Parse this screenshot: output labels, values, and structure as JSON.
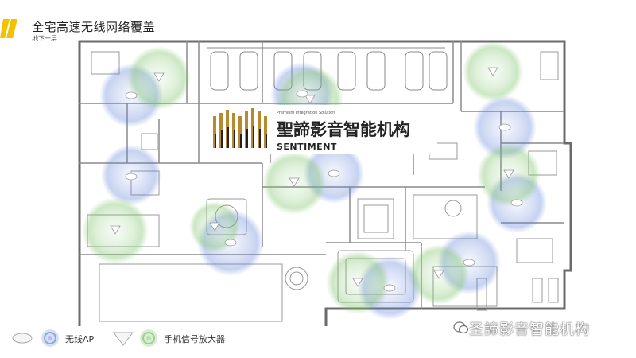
{
  "header": {
    "title": "全宅高速无线网络覆盖",
    "subtitle": "地下一层",
    "accent_color": "#f2c200"
  },
  "brand": {
    "tagline": "Premium Integration Solution",
    "name_cn": "聖諦影音智能机构",
    "name_en": "SENTIMENT",
    "color": "#b78a2f"
  },
  "legend": {
    "ap_label": "无线AP",
    "amp_label": "手机信号放大器",
    "ap_color": "#5b7fd6",
    "amp_color": "#7ec46a"
  },
  "watermark": {
    "icon": "wechat-icon",
    "text": "圣諦影音智能机构"
  }
}
